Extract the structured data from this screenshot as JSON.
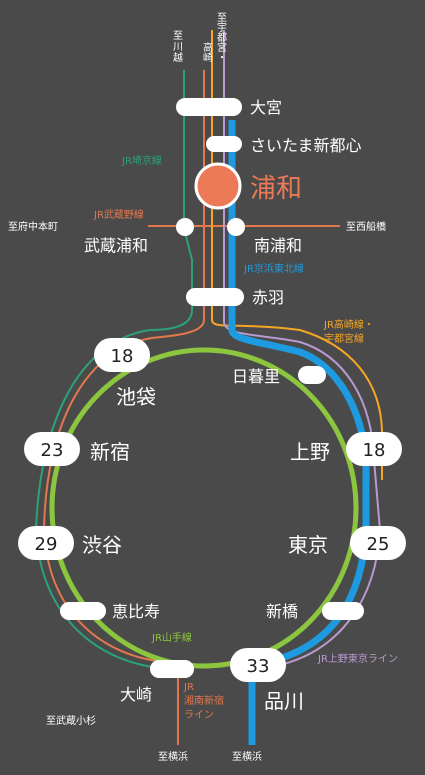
{
  "colors": {
    "background": "#4b4a4a",
    "saikyo": "#2aa37b",
    "musashino": "#e2784c",
    "keihin_tohoku": "#1e9be0",
    "takasaki": "#f5a623",
    "yamanote": "#8cc63f",
    "ueno_tokyo": "#b79bd0",
    "highlight": "#ec7a57"
  },
  "stations": {
    "omiya": "大宮",
    "saitama_shintoshin": "さいたま新都心",
    "urawa": "浦和",
    "musashi_urawa": "武蔵浦和",
    "minami_urawa": "南浦和",
    "akabane": "赤羽",
    "ikebukuro": "池袋",
    "nippori": "日暮里",
    "shinjuku": "新宿",
    "ueno": "上野",
    "shibuya": "渋谷",
    "tokyo": "東京",
    "ebisu": "恵比寿",
    "shinbashi": "新橋",
    "osaki": "大崎",
    "shinagawa": "品川"
  },
  "minutes": {
    "ikebukuro": "18",
    "shinjuku": "23",
    "ueno": "18",
    "shibuya": "29",
    "tokyo": "25",
    "shinagawa": "33"
  },
  "destinations": {
    "kawagoe": "至川越",
    "utsunomiya_takasaki": [
      "至宇都宮・",
      "高崎"
    ],
    "fuchu_hommachi": "至府中本町",
    "nishi_funabashi": "至西船橋",
    "musashi_kosugi": "至武蔵小杉",
    "yokohama_1": "至横浜",
    "yokohama_2": "至横浜"
  },
  "lines": {
    "saikyo": "JR埼京線",
    "musashino": "JR武蔵野線",
    "keihin_tohoku": "JR京浜東北線",
    "takasaki_utsunomiya": [
      "JR高崎線・",
      "宇都宮線"
    ],
    "yamanote": "JR山手線",
    "ueno_tokyo": "JR上野東京ライン",
    "shonan_shinjuku": [
      "JR",
      "湘南新宿",
      "ライン"
    ]
  }
}
